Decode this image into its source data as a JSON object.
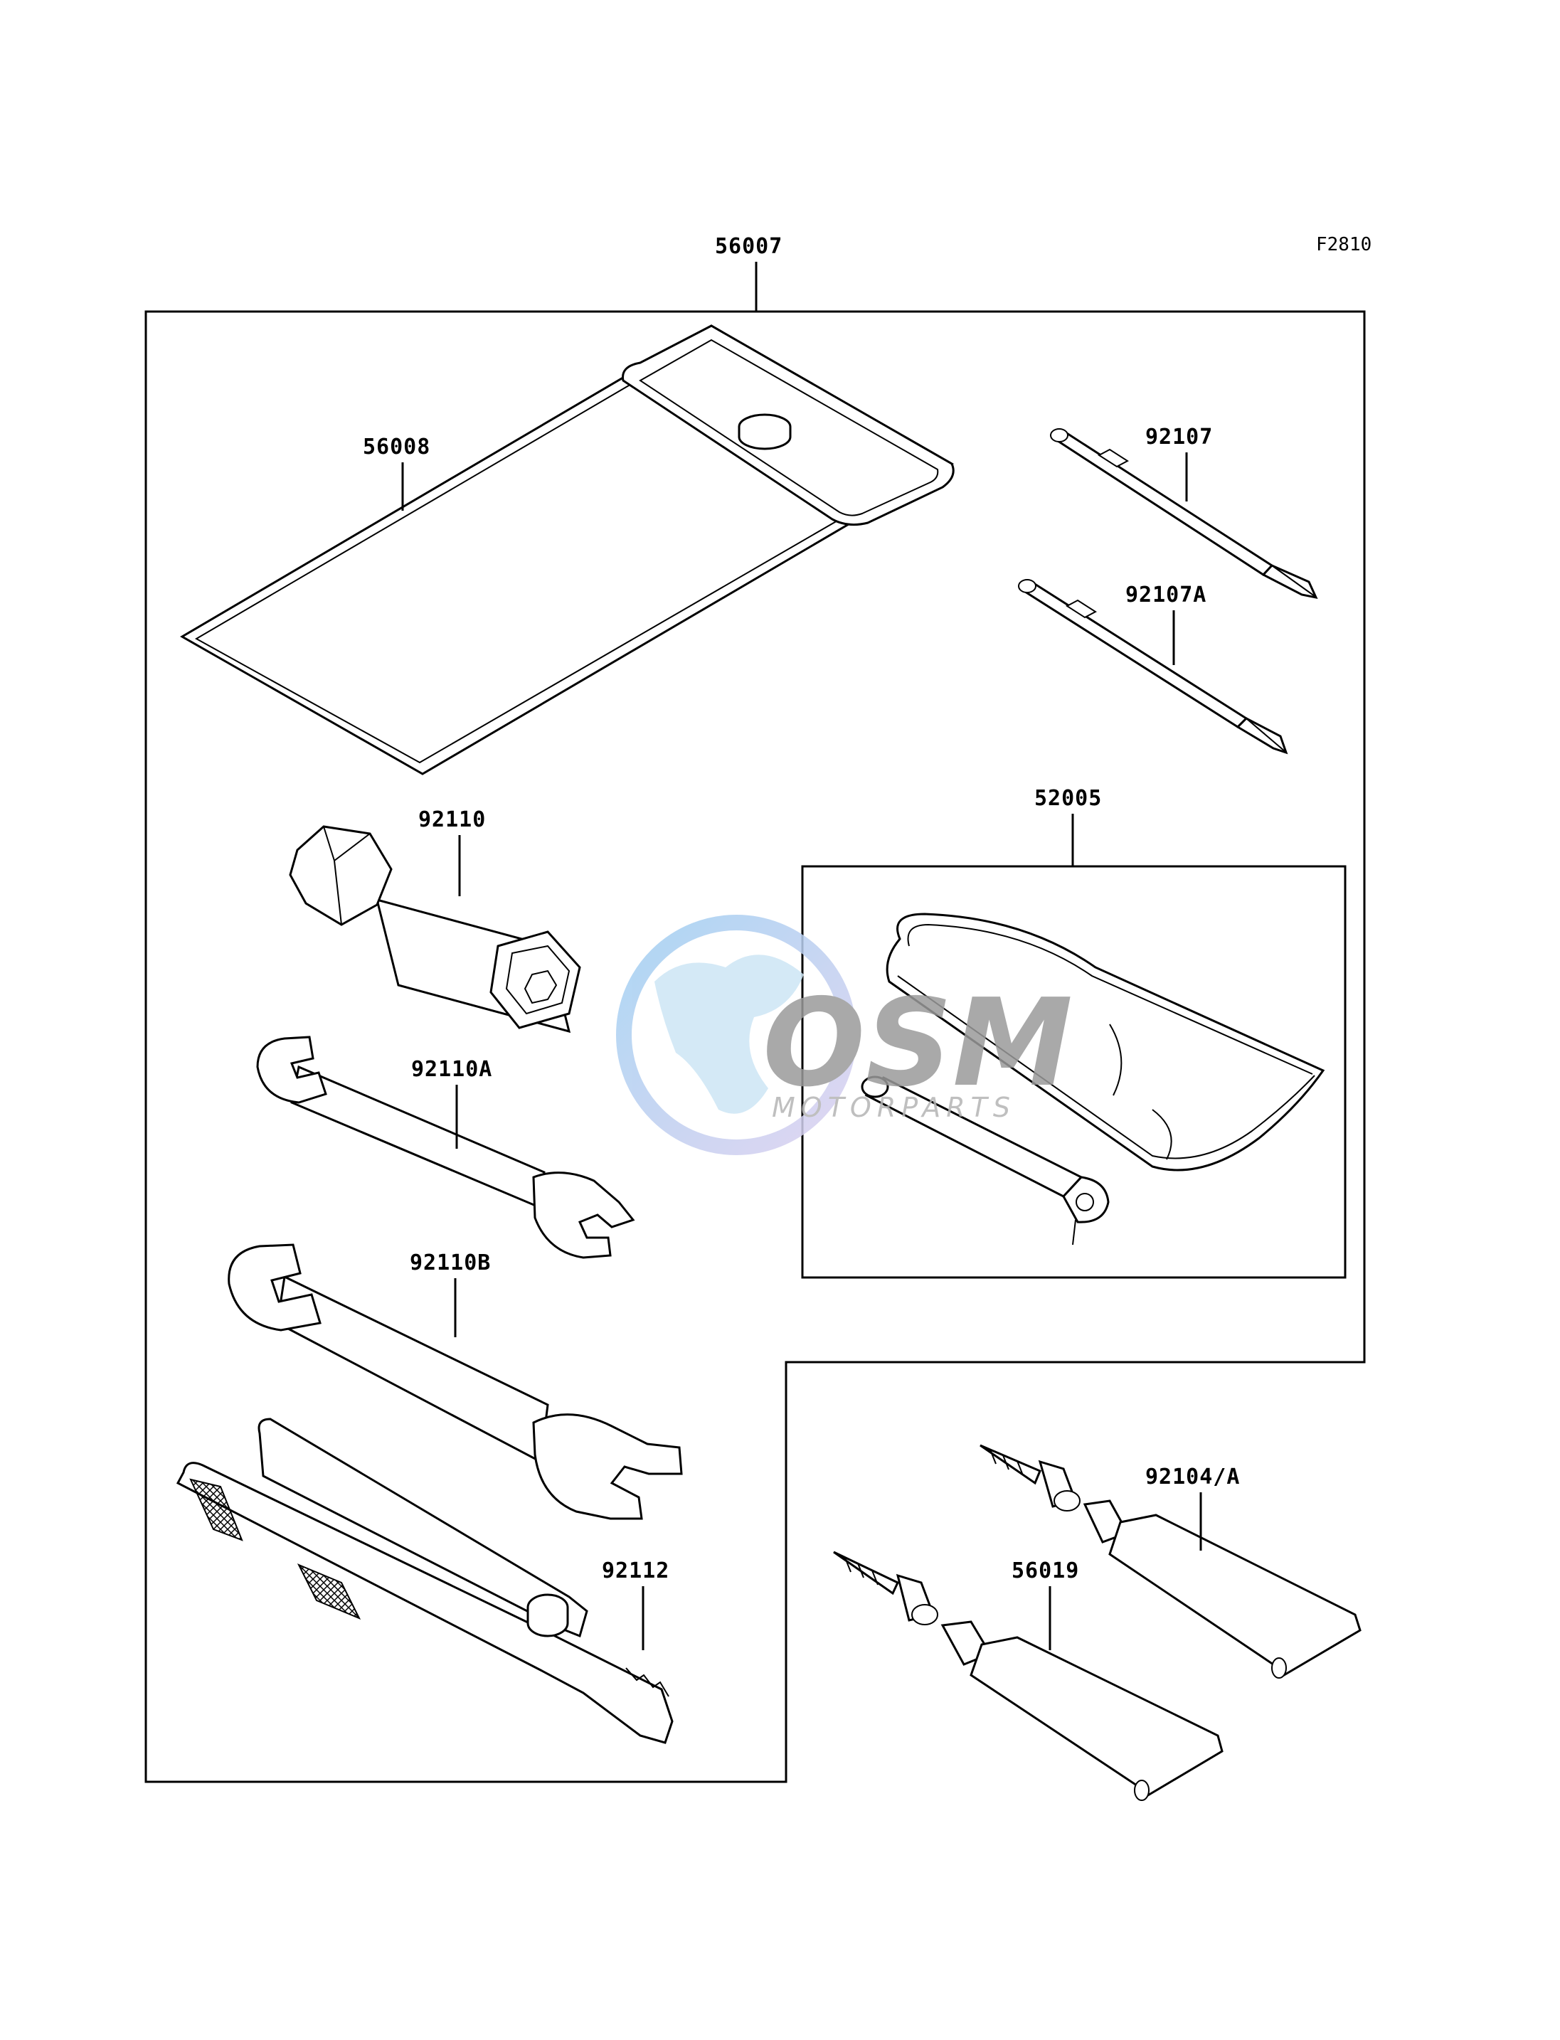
{
  "figure_code": "F2810",
  "watermark": {
    "logo": "OSM",
    "tagline": "MOTORPARTS"
  },
  "parts": {
    "kit": "56007",
    "pouch": "56008",
    "screwdriver": "92107",
    "screwdriver_alt": "92107A",
    "spark_plug_wrench": "92110",
    "wrench_small": "92110A",
    "wrench_large": "92110B",
    "pliers": "92112",
    "tire_repair_kit": "52005",
    "tube_a": "92104/A",
    "tube_b": "56019"
  }
}
